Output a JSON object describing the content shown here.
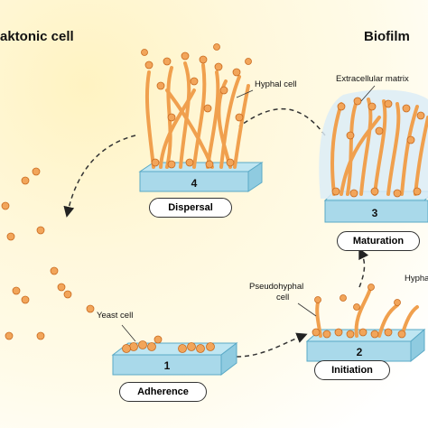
{
  "titles": {
    "planktonic": "aktonic cell",
    "biofilm": "Biofilm"
  },
  "labels": {
    "hyphal_cell": "Hyphal cell",
    "extracellular_matrix": "Extracellular matrix",
    "pseudohyphal_cell_line1": "Pseudohyphal",
    "pseudohyphal_cell_line2": "cell",
    "hyphal_cut": "Hypha",
    "yeast_cell": "Yeast cell"
  },
  "stages": [
    {
      "number": "1",
      "name": "Adherence"
    },
    {
      "number": "2",
      "name": "Initiation"
    },
    {
      "number": "3",
      "name": "Maturation"
    },
    {
      "number": "4",
      "name": "Dispersal"
    }
  ],
  "colors": {
    "cell_fill": "#f2a55a",
    "cell_stroke": "#c96a1e",
    "hypha": "#f0a04e",
    "substrate_top": "#bfe6f2",
    "substrate_side": "#8fcbe0",
    "matrix": "#dcecf7",
    "arrow": "#333333"
  }
}
